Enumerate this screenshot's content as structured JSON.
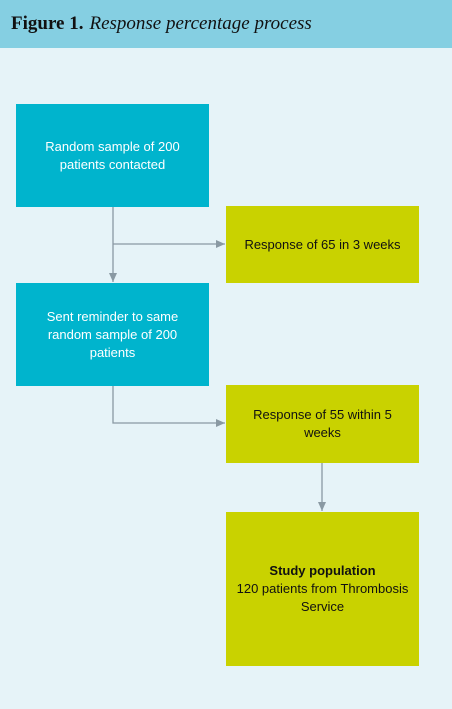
{
  "figure": {
    "number": "Figure 1.",
    "title": "Response percentage process"
  },
  "nodes": {
    "sample": "Random sample of 200 patients contacted",
    "response1": "Response of 65 in 3 weeks",
    "reminder": "Sent reminder to same random sample of 200 patients",
    "response2": "Response of 55 within 5 weeks",
    "study_title": "Study population",
    "study_body": "120 patients from Thrombosis Service"
  },
  "colors": {
    "header": "#85cfe2",
    "background": "#e6f3f8",
    "blue_box": "#00b4cd",
    "green_box": "#c9d200",
    "arrow": "#8a99a3"
  }
}
